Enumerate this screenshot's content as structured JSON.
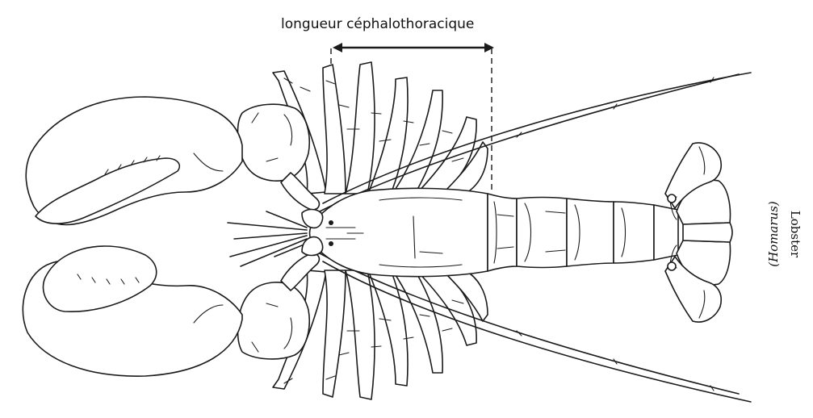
{
  "measurement_label": "longueur céphalothoracique",
  "caption": {
    "common_name": "Lobster",
    "genus": "(Homarus)"
  },
  "colors": {
    "ink": "#1b1b1b",
    "background": "#ffffff"
  }
}
